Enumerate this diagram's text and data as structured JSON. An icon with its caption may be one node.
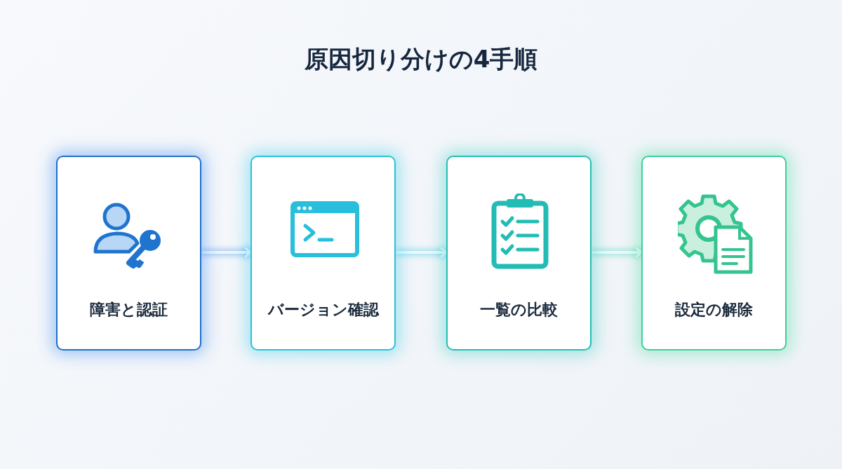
{
  "diagram": {
    "title": "原因切り分けの4手順",
    "nodes": [
      {
        "text": [
          "障害と認証"
        ]
      },
      {
        "text": [
          "バージョン確認"
        ]
      },
      {
        "text": [
          "一覧の比較"
        ]
      },
      {
        "text": [
          "設定の解除"
        ]
      }
    ],
    "edges": [
      {
        "from": 0,
        "to": 1,
        "arrow": "to"
      },
      {
        "from": 1,
        "to": 2,
        "arrow": "to"
      },
      {
        "from": 2,
        "to": 3,
        "arrow": "to"
      }
    ]
  }
}
